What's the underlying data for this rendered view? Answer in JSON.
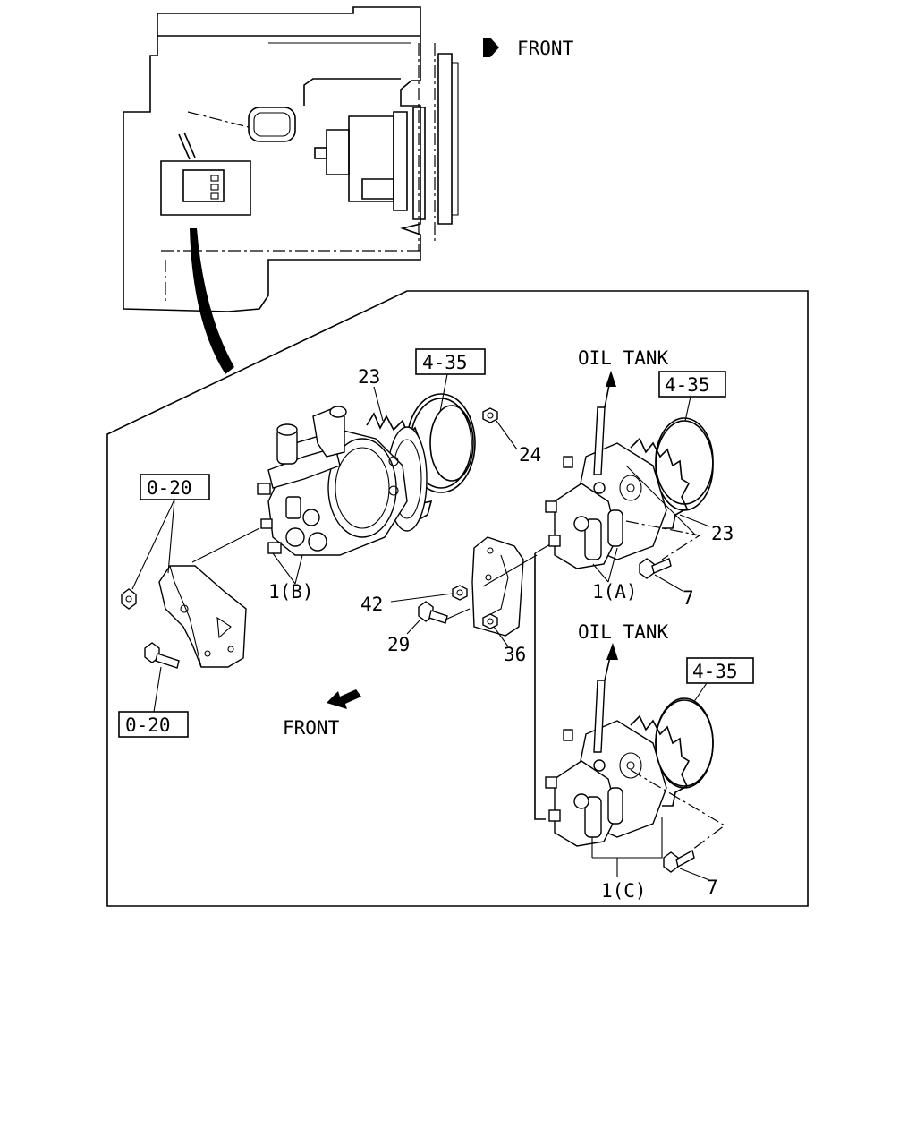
{
  "front_labels": {
    "top": "FRONT",
    "bottom": "FRONT"
  },
  "oil_tank_labels": {
    "a": "OIL TANK",
    "c": "OIL TANK"
  },
  "ref_boxes": {
    "gear_b": "4-35",
    "gear_a": "4-35",
    "gear_c": "4-35",
    "bracket_nut": "0-20",
    "bracket_bolt": "0-20"
  },
  "callouts": {
    "gear_23_b": "23",
    "nut_24": "24",
    "gear_23_a": "23",
    "pump_1b": "1(B)",
    "pump_1a": "1(A)",
    "bolt_7_a": "7",
    "nut_42": "42",
    "bolt_29": "29",
    "nut_36": "36",
    "pump_1c": "1(C)",
    "bolt_7_c": "7"
  }
}
